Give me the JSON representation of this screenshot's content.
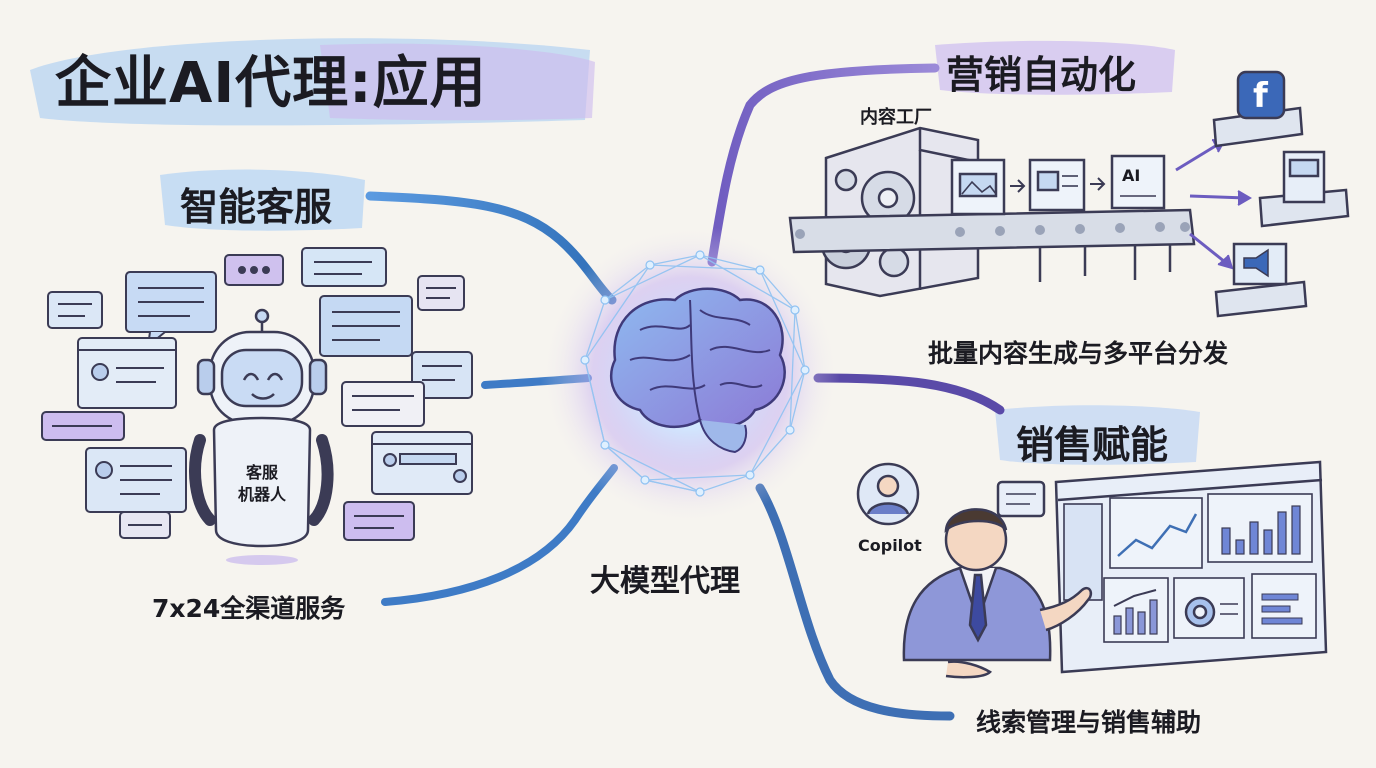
{
  "title": "企业AI代理:应用",
  "center": {
    "label": "大模型代理"
  },
  "branches": {
    "service": {
      "title": "智能客服",
      "robot_label_line1": "客服",
      "robot_label_line2": "机器人",
      "caption": "7x24全渠道服务"
    },
    "marketing": {
      "title": "营销自动化",
      "factory_label": "内容工厂",
      "caption": "批量内容生成与多平台分发",
      "card_text": "AI",
      "platform_icon": "facebook-icon"
    },
    "sales": {
      "title": "销售赋能",
      "copilot_label": "Copilot",
      "caption": "线索管理与销售辅助"
    }
  },
  "colors": {
    "blue": "#4a8ed6",
    "purple": "#8a74cf",
    "accent": "#a9c8ef",
    "lavender": "#c8b6ee"
  }
}
